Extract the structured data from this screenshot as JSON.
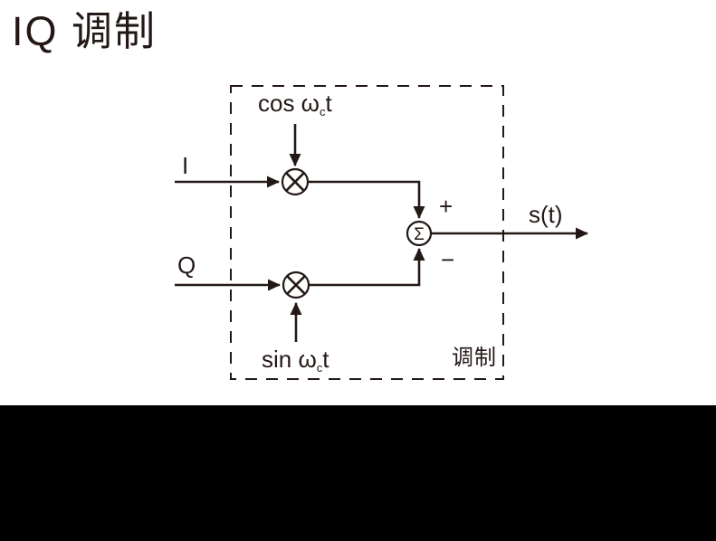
{
  "page": {
    "title": "IQ 调制",
    "background_color": "#ffffff",
    "ink_color": "#231815",
    "bottom_bar_color": "#000000"
  },
  "diagram": {
    "boundary_label": "调制",
    "inputs": {
      "i_label": "I",
      "q_label": "Q"
    },
    "carriers": {
      "cos": {
        "prefix": "cos ω",
        "sub": "c",
        "suffix": "t"
      },
      "sin": {
        "prefix": "sin ω",
        "sub": "c",
        "suffix": "t"
      }
    },
    "summer": {
      "symbol": "Σ",
      "plus_sign": "+",
      "minus_sign": "−"
    },
    "output": {
      "label": "s(t)"
    },
    "icons": {
      "multiplier_top": "multiply-circle-icon",
      "multiplier_bottom": "multiply-circle-icon",
      "summer": "sigma-circle-icon",
      "arrows": "arrowhead-icon"
    }
  }
}
